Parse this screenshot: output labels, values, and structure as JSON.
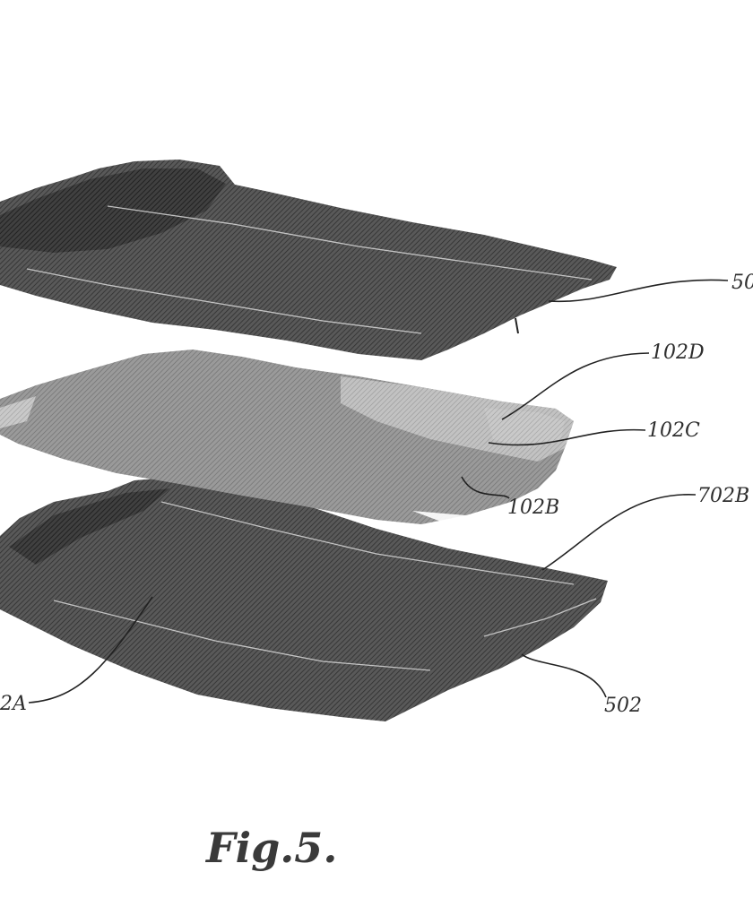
{
  "labels": {
    "top_plate": "50",
    "layer_d": "102D",
    "layer_c": "102C",
    "layer_b": "102B",
    "bottom_right": "702B",
    "bottom_edge": "502",
    "bottom_left": "2A"
  },
  "caption": "Fig.5.",
  "colors": {
    "dark_plate": "#4a4a4a",
    "light_plate": "#8f8f8f",
    "line_art": "#222222"
  }
}
